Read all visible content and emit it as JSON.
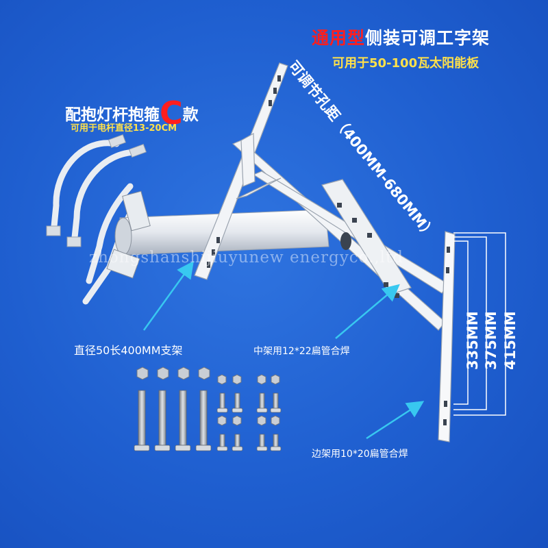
{
  "title": {
    "highlight": "通用型",
    "rest": "侧装可调工字架"
  },
  "subtitle": "可用于50-100瓦太阳能板",
  "clamp": {
    "pre": "配抱灯杆抱箍",
    "c_letter": "C",
    "post": "款",
    "sub": "可用于电杆直径13-20CM"
  },
  "diagonal_label": "可调节孔距（400MM-680MM）",
  "dimensions": [
    "335MM",
    "375MM",
    "415MM"
  ],
  "watermark": "zhongshanshijiuyunew energyco.,ltd",
  "callouts": {
    "support": "直径50长400MM支架",
    "middle_frame": "中架用12*22扁管合焊",
    "side_frame": "边架用10*20扁管合焊"
  },
  "colors": {
    "background": "#1f5fd0",
    "accent_red": "#ff1e1e",
    "accent_yellow": "#ffe14a",
    "metal": "#f2f4f7",
    "callout_arrow": "#38c8f0"
  }
}
